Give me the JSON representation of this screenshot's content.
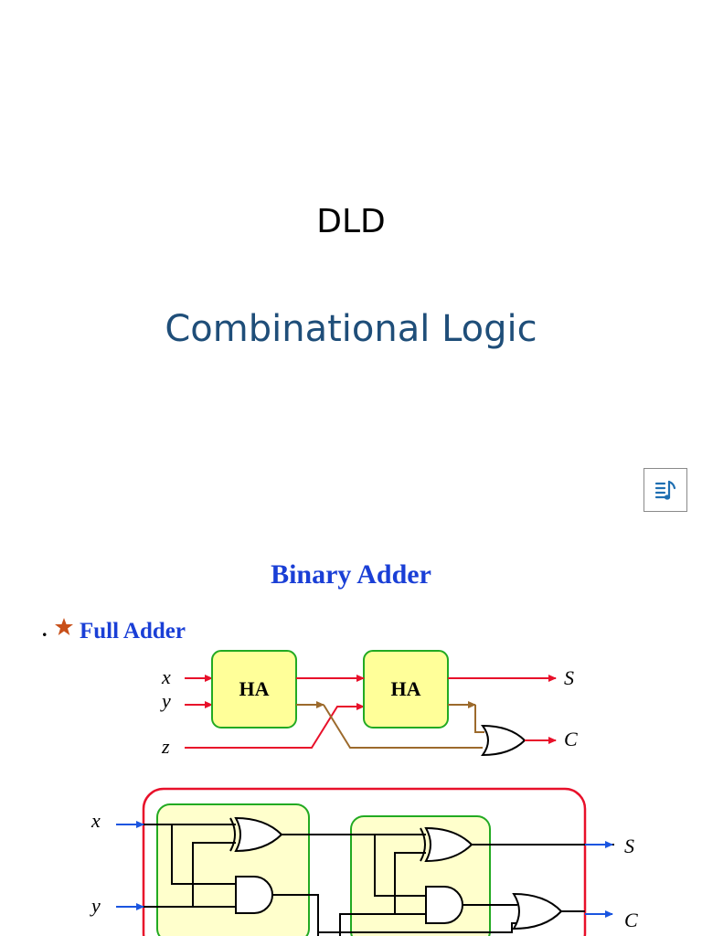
{
  "slide": {
    "title": "DLD",
    "subtitle": "Combinational Logic"
  },
  "audio_button": {
    "icon": "playlist-music-icon",
    "color": "#1f6fb2"
  },
  "figure": {
    "heading": "Binary Adder",
    "bullet_dot": ".",
    "bullet_icon": "star-icon",
    "subheading": "Full Adder",
    "block_diagram": {
      "inputs": [
        "x",
        "y",
        "z"
      ],
      "blocks": [
        "HA",
        "HA"
      ],
      "outputs": [
        "S",
        "C"
      ]
    },
    "gate_diagram": {
      "inputs": [
        "x",
        "y"
      ],
      "outputs": [
        "S",
        "C"
      ]
    },
    "colors": {
      "heading": "#1a3fd6",
      "block_fill": "#ffff99",
      "block_border": "#22aa22",
      "wire_red": "#e8102a",
      "wire_brown": "#9c6a2c",
      "wire_blue": "#1a55e0",
      "outer_border": "#e8102a",
      "star": "#c8501a"
    }
  }
}
